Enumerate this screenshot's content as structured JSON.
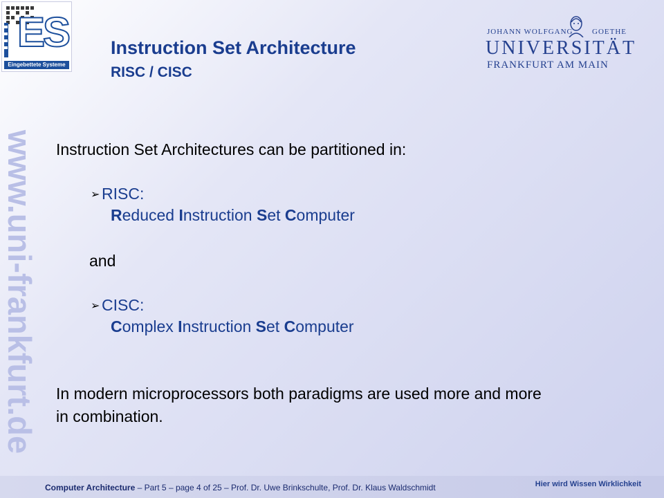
{
  "watermark": "www.uni-frankfurt.de",
  "es_logo": {
    "letters": "ES",
    "caption": "Eingebettete Systeme"
  },
  "slide": {
    "title": "Instruction Set Architecture",
    "subtitle": "RISC / CISC"
  },
  "university": {
    "name_top_left": "JOHANN WOLFGANG",
    "name_top_right": "GOETHE",
    "name_main": "UNIVERSITÄT",
    "name_sub": "FRANKFURT AM MAIN"
  },
  "body": {
    "intro": "Instruction Set Architectures can be partitioned in:",
    "risc": {
      "label": "RISC:",
      "words": [
        {
          "first": "R",
          "rest": "educed"
        },
        {
          "first": "I",
          "rest": "nstruction"
        },
        {
          "first": "S",
          "rest": "et"
        },
        {
          "first": "C",
          "rest": "omputer"
        }
      ]
    },
    "connector": "and",
    "cisc": {
      "label": "CISC:",
      "words": [
        {
          "first": "C",
          "rest": "omplex"
        },
        {
          "first": "I",
          "rest": "nstruction"
        },
        {
          "first": "S",
          "rest": "et"
        },
        {
          "first": "C",
          "rest": "omputer"
        }
      ]
    },
    "conclusion_line1": "In modern microprocessors both paradigms are used more and more",
    "conclusion_line2": "in combination."
  },
  "footer": {
    "course": "Computer Architecture",
    "details": " – Part 5 – page 4 of 25 – Prof. Dr. Uwe Brinkschulte, Prof. Dr. Klaus Waldschmidt",
    "tagline": "Hier wird Wissen Wirklichkeit"
  },
  "colors": {
    "heading": "#1a3d8f",
    "accent": "#25418f",
    "watermark": "#b9bfe6"
  }
}
